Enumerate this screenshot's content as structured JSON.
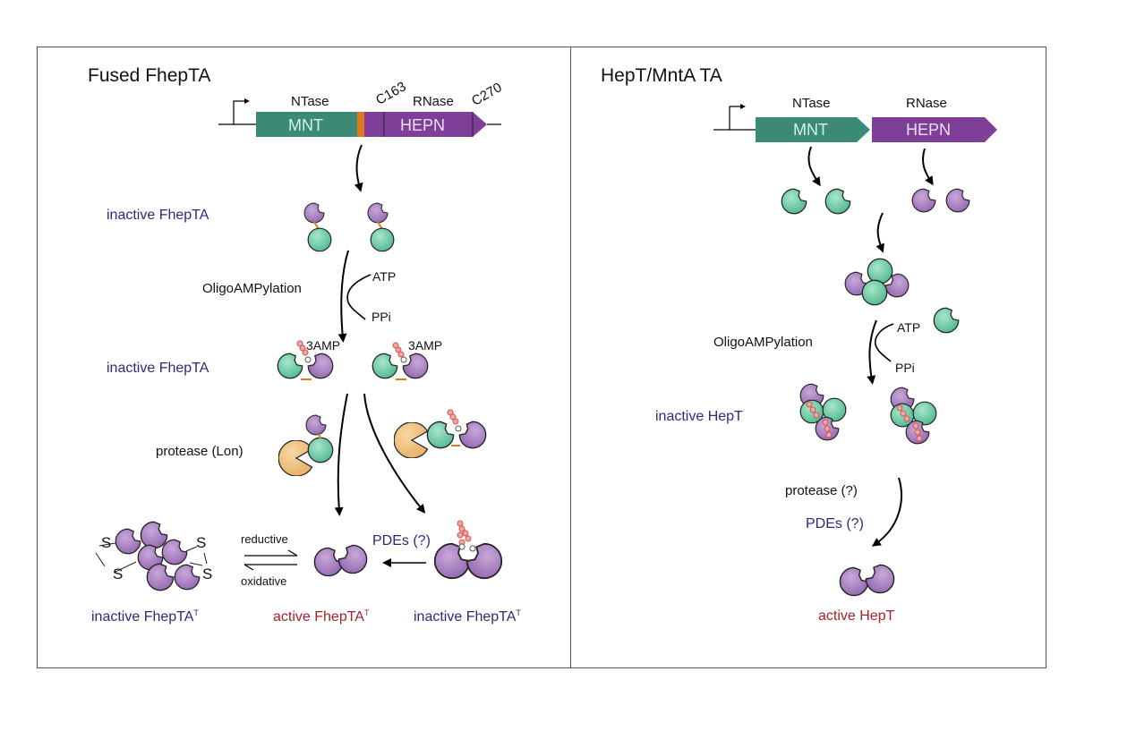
{
  "colors": {
    "ntase_gene": "#3a8a76",
    "rnase_gene": "#7f3f98",
    "linker": "#e07a1f",
    "antitoxin_protein": "#6fcca8",
    "toxin_protein": "#a57bbd",
    "protease": "#f0c27b",
    "amp_bead": "#f4a6a0",
    "label_blue": "#2e2a7a",
    "label_red": "#a3232b"
  },
  "left_panel": {
    "title": "Fused FhepTA",
    "gene": {
      "ntase_label": "NTase",
      "rnase_label": "RNase",
      "c163_label": "C163",
      "c270_label": "C270",
      "mnt_label": "MNT",
      "hepn_label": "HEPN"
    },
    "labels": {
      "inactive_1": "inactive FhepTA",
      "oligoampylation": "OligoAMPylation",
      "atp": "ATP",
      "ppi": "PPi",
      "amp_1": "3AMP",
      "amp_2": "3AMP",
      "inactive_2": "inactive FhepTA",
      "protease": "protease (Lon)",
      "reductive": "reductive",
      "oxidative": "oxidative",
      "pdes": "PDEs (?)",
      "s1": "S",
      "s2": "S",
      "s3": "S",
      "s4": "S",
      "inactive_t_left": "inactive FhepTA",
      "active_t": "active FhepTA",
      "inactive_t_right": "inactive FhepTA",
      "superscript": "T"
    }
  },
  "right_panel": {
    "title": "HepT/MntA TA",
    "gene": {
      "ntase_label": "NTase",
      "rnase_label": "RNase",
      "mnt_label": "MNT",
      "hepn_label": "HEPN"
    },
    "labels": {
      "oligoampylation": "OligoAMPylation",
      "atp": "ATP",
      "ppi": "PPi",
      "inactive": "inactive HepT",
      "protease": "protease (?)",
      "pdes": "PDEs (?)",
      "active": "active HepT"
    }
  }
}
